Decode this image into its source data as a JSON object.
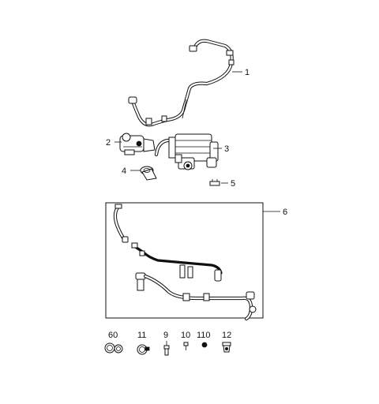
{
  "callouts": {
    "c1": "1",
    "c2": "2",
    "c3": "3",
    "c4": "4",
    "c5": "5",
    "c6": "6",
    "c60": "60",
    "c11": "11",
    "c9": "9",
    "c10": "10",
    "c110": "110",
    "c12": "12"
  },
  "colors": {
    "line": "#111111",
    "background": "#ffffff"
  }
}
